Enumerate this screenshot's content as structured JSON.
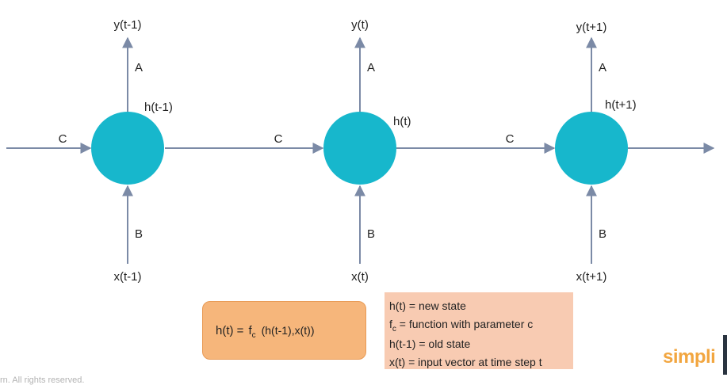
{
  "colors": {
    "node": "#17b7cc",
    "arrow": "#7b8aa6",
    "equation_box": "#f6b67b",
    "legend_box": "#f8cbb2",
    "logo": "#f2a640"
  },
  "timesteps": [
    {
      "output": "y(t-1)",
      "output_weight": "A",
      "hidden": "h(t-1)",
      "input_weight": "B",
      "input": "x(t-1)"
    },
    {
      "output": "y(t)",
      "output_weight": "A",
      "hidden": "h(t)",
      "input_weight": "B",
      "input": "x(t)"
    },
    {
      "output": "y(t+1)",
      "output_weight": "A",
      "hidden": "h(t+1)",
      "input_weight": "B",
      "input": "x(t+1)"
    }
  ],
  "recurrent_labels": [
    "C",
    "C",
    "C"
  ],
  "equation": {
    "lhs": "h(t) =",
    "f": "f",
    "f_sub": "c",
    "args_open": "(h(t-1)",
    "args_sep": ",",
    "args_close": "x(t))"
  },
  "legend": [
    {
      "term": "h(t)",
      "desc": "= new state"
    },
    {
      "term": "f",
      "term_sub": "c",
      "desc": "= function with parameter c"
    },
    {
      "term": "h(t-1)",
      "desc": " = old state"
    },
    {
      "term": "x(t)",
      "desc": "= input vector at time step t"
    }
  ],
  "copyright": "rn. All rights reserved.",
  "logo": "simpli"
}
